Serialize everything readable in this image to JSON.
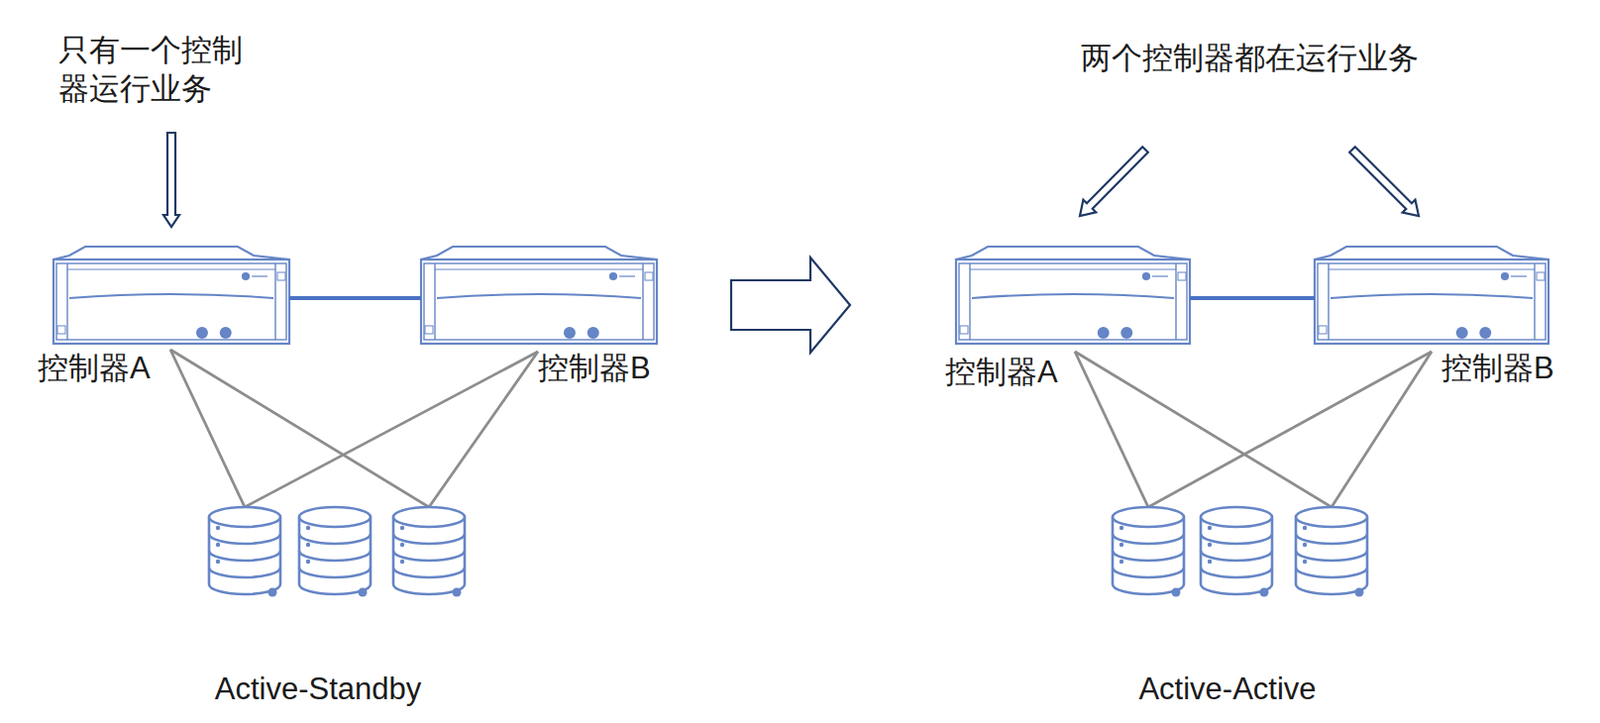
{
  "diagram": {
    "nodes": [
      {
        "text": [
          "控制器A"
        ]
      },
      {
        "text": [
          "控制器B"
        ]
      },
      {
        "text": [
          "控制器A"
        ]
      },
      {
        "text": [
          "控制器B"
        ]
      }
    ],
    "edges": [
      {
        "from": 0,
        "to": 1,
        "arrow": "none"
      },
      {
        "from": 2,
        "to": 3,
        "arrow": "none"
      }
    ],
    "labels": [
      "只有一个控制器运行业务",
      "Active-Standby",
      "两个控制器都在运行业务",
      "Active-Active"
    ]
  }
}
